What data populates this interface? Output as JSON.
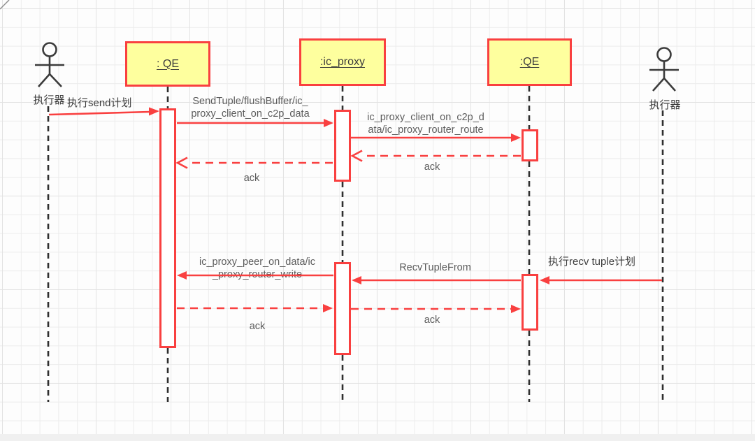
{
  "diagram": {
    "type": "uml-sequence-diagram",
    "colors": {
      "shape_fill": "#feff9e",
      "shape_stroke": "#f94040",
      "arrow": "#f94040",
      "lifeline": "#2f2f2f",
      "label_text": "#5c5c5c",
      "grid_line": "#ececec",
      "background": "#fdfdfd"
    },
    "actors": [
      {
        "label": "执行器",
        "side": "left"
      },
      {
        "label": "执行器",
        "side": "right"
      }
    ],
    "objects": [
      {
        "label": ": QE"
      },
      {
        "label": ":ic_proxy"
      },
      {
        "label": ":QE"
      }
    ],
    "messages": [
      {
        "lines": [
          "执行send计划"
        ],
        "style": "solid",
        "from": "actor-left",
        "to": "qe-left"
      },
      {
        "lines": [
          "SendTuple/flushBuffer/ic_",
          "proxy_client_on_c2p_data"
        ],
        "style": "solid",
        "from": "qe-left",
        "to": "ic_proxy"
      },
      {
        "lines": [
          "ic_proxy_client_on_c2p_d",
          "ata/ic_proxy_router_route"
        ],
        "style": "solid",
        "from": "ic_proxy",
        "to": "qe-right"
      },
      {
        "lines": [
          "ack"
        ],
        "style": "dashed-open",
        "from": "qe-right",
        "to": "ic_proxy"
      },
      {
        "lines": [
          "ack"
        ],
        "style": "dashed-open",
        "from": "ic_proxy",
        "to": "qe-left"
      },
      {
        "lines": [
          "ic_proxy_peer_on_data/ic",
          "_proxy_router_write"
        ],
        "style": "solid",
        "from": "ic_proxy",
        "to": "qe-left"
      },
      {
        "lines": [
          "RecvTupleFrom"
        ],
        "style": "solid",
        "from": "qe-right",
        "to": "ic_proxy"
      },
      {
        "lines": [
          "执行recv tuple计划"
        ],
        "style": "solid",
        "from": "actor-right",
        "to": "qe-right"
      },
      {
        "lines": [
          "ack"
        ],
        "style": "dashed-filled",
        "from": "qe-left",
        "to": "ic_proxy"
      },
      {
        "lines": [
          "ack"
        ],
        "style": "dashed-filled",
        "from": "ic_proxy",
        "to": "qe-right"
      }
    ]
  }
}
